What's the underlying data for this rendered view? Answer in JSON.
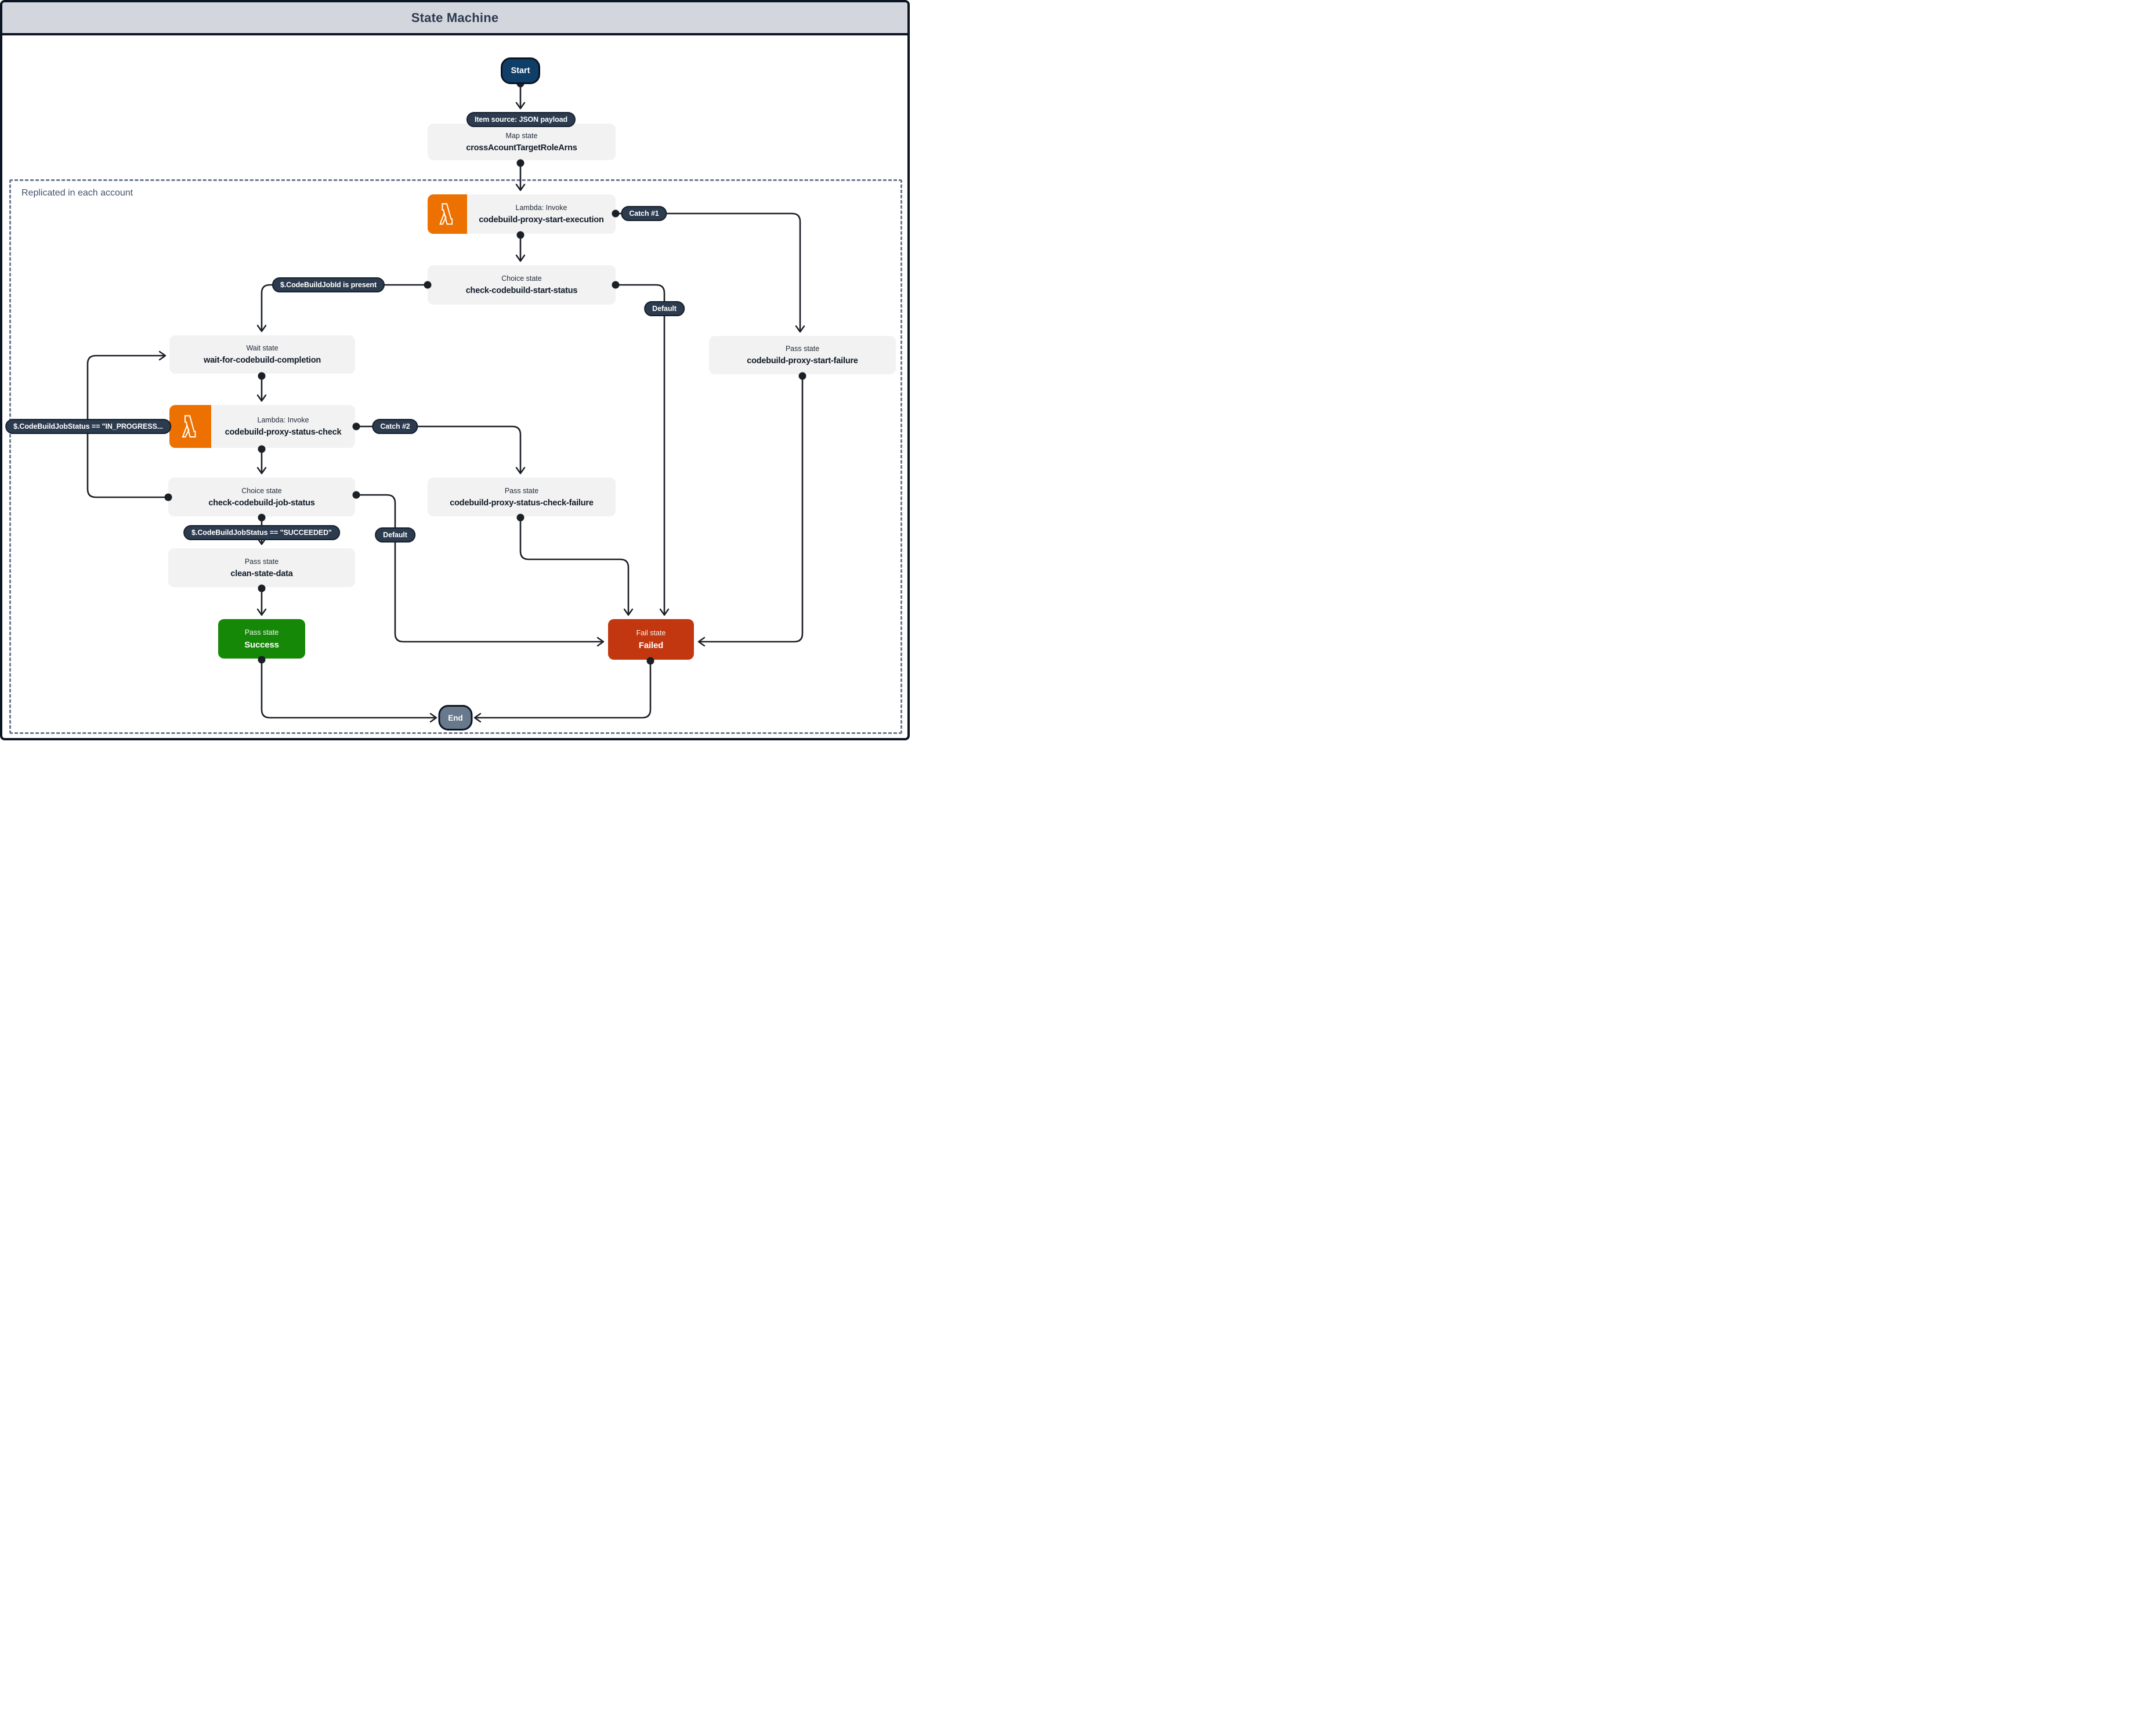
{
  "title": "State Machine",
  "region": {
    "label": "Replicated in each account"
  },
  "nodes": {
    "start": {
      "label": "Start"
    },
    "item_source": {
      "label": "Item source: JSON payload"
    },
    "map_state": {
      "type": "Map state",
      "name": "crossAcountTargetRoleArns"
    },
    "lambda_start": {
      "type": "Lambda: Invoke",
      "name": "codebuild-proxy-start-execution"
    },
    "choice_start": {
      "type": "Choice state",
      "name": "check-codebuild-start-status"
    },
    "wait": {
      "type": "Wait state",
      "name": "wait-for-codebuild-completion"
    },
    "lambda_status": {
      "type": "Lambda: Invoke",
      "name": "codebuild-proxy-status-check"
    },
    "choice_job": {
      "type": "Choice state",
      "name": "check-codebuild-job-status"
    },
    "clean": {
      "type": "Pass state",
      "name": "clean-state-data"
    },
    "success": {
      "type": "Pass state",
      "name": "Success"
    },
    "failed": {
      "type": "Fail state",
      "name": "Failed"
    },
    "start_failure": {
      "type": "Pass state",
      "name": "codebuild-proxy-start-failure"
    },
    "status_check_failure": {
      "type": "Pass state",
      "name": "codebuild-proxy-status-check-failure"
    },
    "end": {
      "label": "End"
    }
  },
  "edge_labels": {
    "catch1": "Catch #1",
    "catch2": "Catch #2",
    "default1": "Default",
    "default2": "Default",
    "jobid_present": "$.CodeBuildJobId is present",
    "in_progress": "$.CodeBuildJobStatus == \"IN_PROGRESS...",
    "succeeded": "$.CodeBuildJobStatus == \"SUCCEEDED\""
  },
  "colors": {
    "frame_border": "#0b1422",
    "header_bg": "#d3d6dd",
    "header_text": "#2d3a4e",
    "box_bg": "#f2f2f2",
    "type_text": "#232d3b",
    "name_text": "#101b29",
    "pill_bg": "#2c3b4e",
    "pill_border": "#151f2d",
    "start_bg": "#0f3e68",
    "end_bg": "#68798c",
    "terminal_border": "#0b1422",
    "lambda_orange": "#ed7100",
    "success_green": "#168808",
    "fail_red": "#c2370f",
    "edge": "#1b1f26",
    "dashed_border": "#6b7a92",
    "region_text": "#44546a"
  }
}
